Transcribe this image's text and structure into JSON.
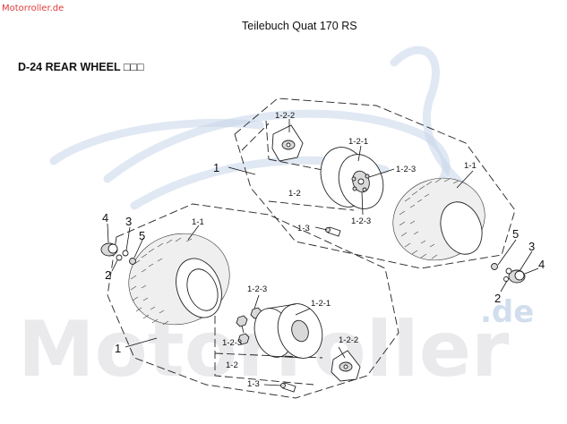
{
  "watermark": {
    "site": "Motorroller.de",
    "logo_text": "Motorroller",
    "logo_suffix": ".de"
  },
  "document": {
    "title": "Teilebuch Quat 170 RS"
  },
  "section": {
    "title": "D-24 REAR WHEEL □□□"
  },
  "callouts": {
    "assembly": "1",
    "tire": "1-1",
    "wheel": "1-2",
    "rim": "1-2-1",
    "hub_plate": "1-2-2",
    "lug_nut": "1-2-3",
    "valve": "1-3",
    "hub_cap": "4",
    "washer_a": "3",
    "washer_b": "5",
    "nut": "2"
  },
  "colors": {
    "watermark_red": "#e23a3a",
    "watermark_blue": "#c7d6ea",
    "watermark_grey": "#e7e7ea"
  }
}
